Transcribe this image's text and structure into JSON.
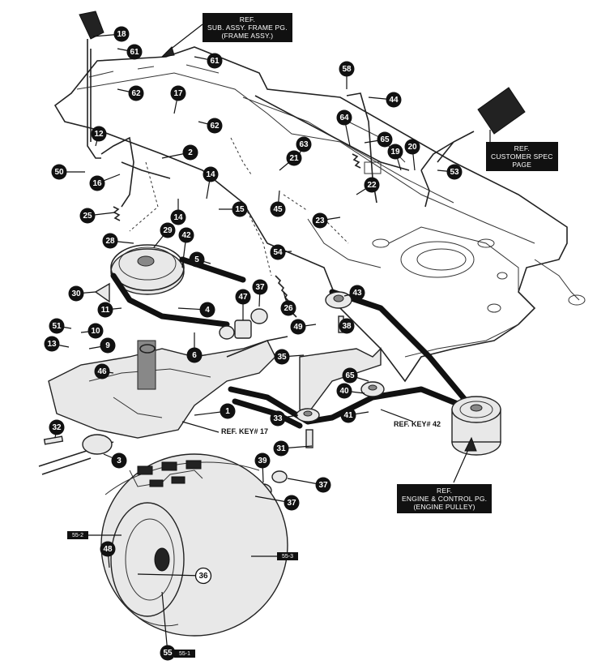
{
  "diagram": {
    "ref_boxes": {
      "frame": [
        "REF.",
        "SUB. ASSY. FRAME PG.",
        "(FRAME ASSY.)"
      ],
      "customer": [
        "REF.",
        "CUSTOMER SPEC",
        "PAGE"
      ],
      "engine": [
        "REF.",
        "ENGINE & CONTROL PG.",
        "(ENGINE PULLEY)"
      ]
    },
    "ref_keys": {
      "key17": "REF. KEY# 17",
      "key42": "REF. KEY# 42"
    },
    "callouts": [
      "18",
      "61",
      "61",
      "62",
      "17",
      "62",
      "12",
      "2",
      "50",
      "16",
      "14",
      "14",
      "15",
      "25",
      "28",
      "29",
      "42",
      "5",
      "30",
      "11",
      "4",
      "47",
      "37",
      "26",
      "51",
      "10",
      "13",
      "9",
      "6",
      "46",
      "1",
      "32",
      "3",
      "58",
      "44",
      "64",
      "65",
      "19",
      "20",
      "53",
      "63",
      "21",
      "45",
      "22",
      "23",
      "54",
      "43",
      "49",
      "38",
      "35",
      "65",
      "40",
      "41",
      "33",
      "31",
      "39",
      "37",
      "37",
      "48",
      "36",
      "55"
    ],
    "tire_tags": {
      "hub": "55-2",
      "tread": "55-3",
      "base": "55-1"
    }
  }
}
